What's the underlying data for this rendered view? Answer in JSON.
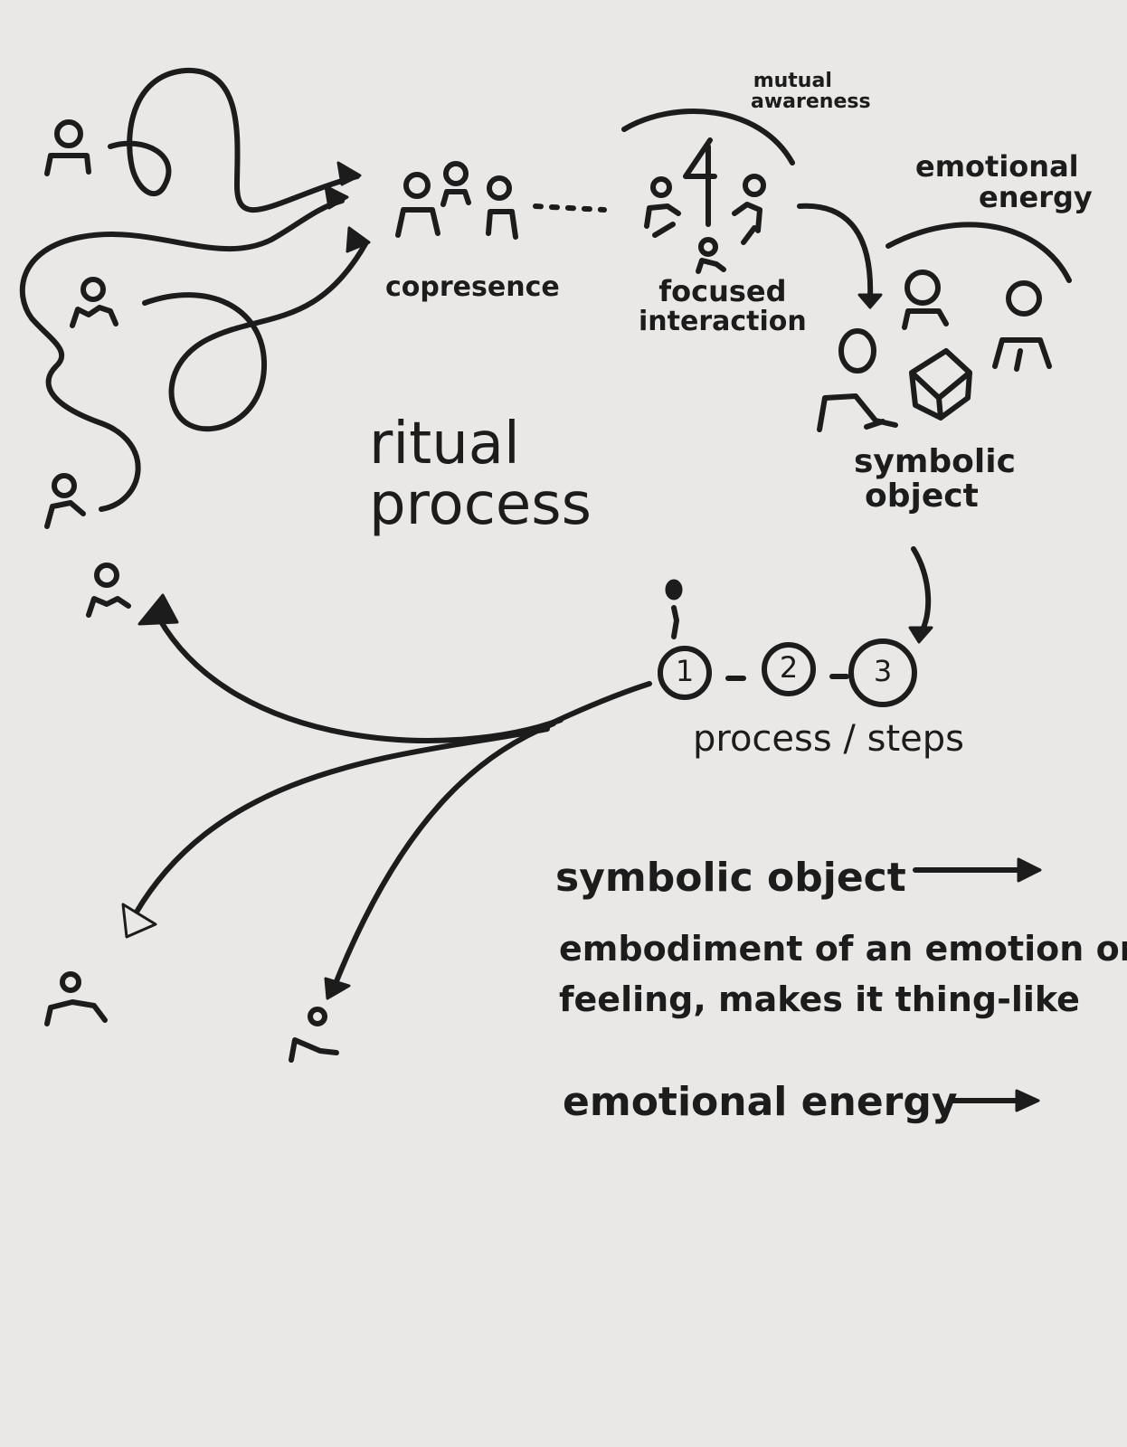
{
  "labels": {
    "copresence": "copresence",
    "mutual_awareness_line1": "mutual",
    "mutual_awareness_line2": "awareness",
    "focused_interaction_line1": "focused",
    "focused_interaction_line2": "interaction",
    "emotional_energy_top_line1": "emotional",
    "emotional_energy_top_line2": "energy",
    "symbolic_object_line1": "symbolic",
    "symbolic_object_line2": "object",
    "ritual_process_line1": "ritual",
    "ritual_process_line2": "process",
    "step_1": "1",
    "step_2": "2",
    "step_3": "3",
    "process_steps": "process / steps"
  },
  "legend": {
    "symbolic_object_term": "symbolic object",
    "symbolic_object_def_line1": "embodiment of an emotion or",
    "symbolic_object_def_line2": "feeling, makes it thing-like",
    "emotional_energy_term": "emotional energy"
  },
  "colors": {
    "paper": "#e9e8e6",
    "ink": "#1c1c1c"
  }
}
